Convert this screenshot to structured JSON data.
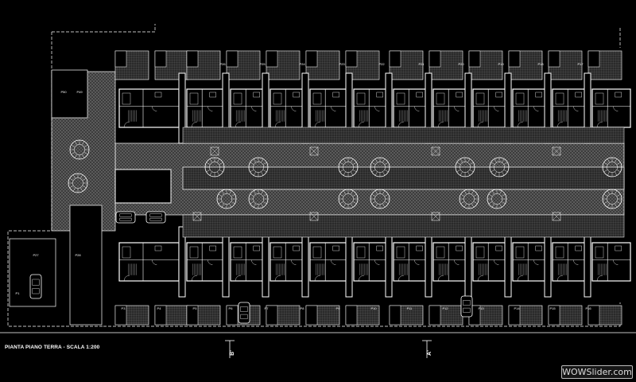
{
  "drawing": {
    "title": "PIANTA PIANO TERRA - SCALA 1:200",
    "section_marks": {
      "b": "B'",
      "a": "A'"
    },
    "colors": {
      "background": "#000000",
      "line": "#ffffff",
      "hatch": "#7d7d7d"
    },
    "parking_top": [
      "P26",
      "P25",
      "P24",
      "P23",
      "P22",
      "P21",
      "P20",
      "P19",
      "P18",
      "P17"
    ],
    "parking_bottom": [
      "P3",
      "P4",
      "P5",
      "P6",
      "P7",
      "P8",
      "P9",
      "P10",
      "P11",
      "P12",
      "P13",
      "P14",
      "P15",
      "P16"
    ],
    "parking_side": [
      "P50",
      "P49",
      "P1",
      "P2",
      "P27",
      "P28"
    ]
  },
  "watermark": "WOWSlider.com"
}
